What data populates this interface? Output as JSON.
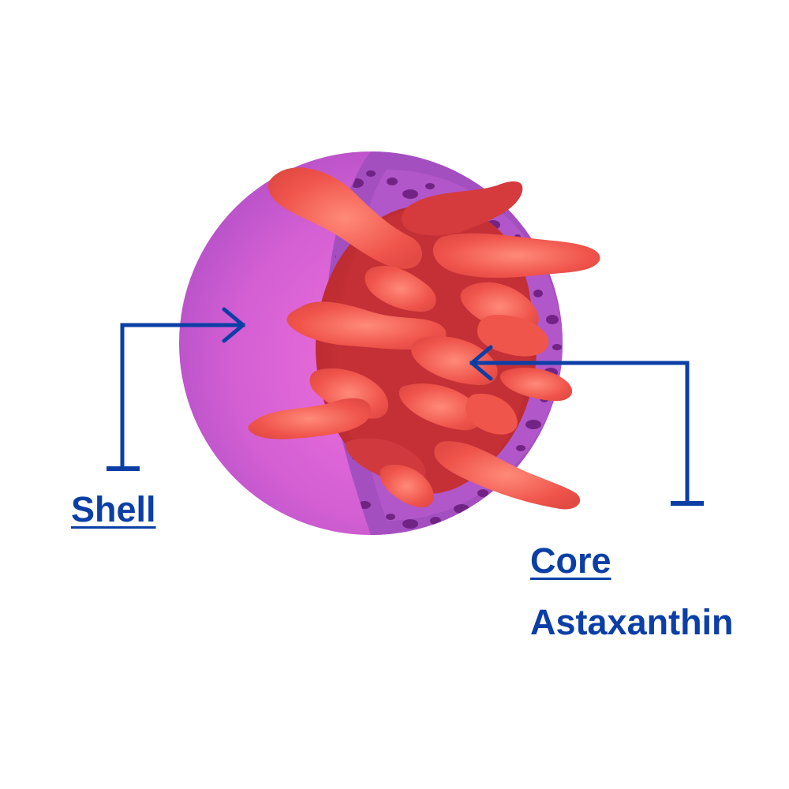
{
  "labels": {
    "shell": "Shell",
    "core": "Core",
    "core_substance": "Astaxanthin"
  },
  "colors": {
    "label_blue": "#0b3fa6",
    "shell_outer": "#d95fd6",
    "shell_cut_face": "#a34fc0",
    "core_red": "#e2443f",
    "core_light": "#ff6b5e"
  },
  "icons": {
    "shell_pointer": "arrow-right-icon",
    "core_pointer": "arrow-left-icon"
  }
}
